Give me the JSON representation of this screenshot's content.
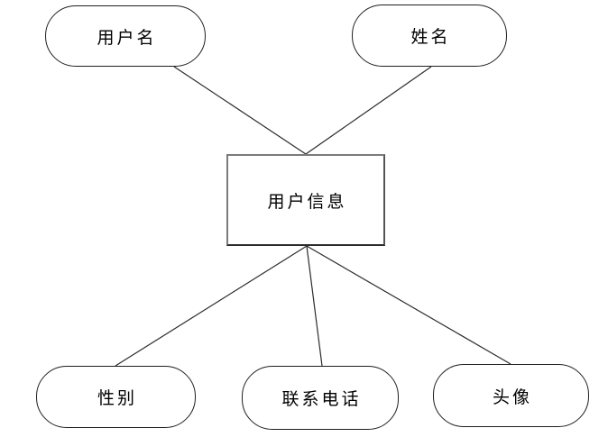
{
  "diagram": {
    "kind": "er-attribute-diagram",
    "entity": {
      "id": "user_info",
      "label": "用户信息",
      "shape": "rectangle"
    },
    "attributes": [
      {
        "id": "username",
        "label": "用户名",
        "shape": "rounded",
        "position": "top-left"
      },
      {
        "id": "name",
        "label": "姓名",
        "shape": "rounded",
        "position": "top-right"
      },
      {
        "id": "gender",
        "label": "性别",
        "shape": "rounded",
        "position": "bottom-left"
      },
      {
        "id": "phone",
        "label": "联系电话",
        "shape": "rounded",
        "position": "bottom-middle"
      },
      {
        "id": "avatar",
        "label": "头像",
        "shape": "rounded",
        "position": "bottom-right"
      }
    ],
    "edges": [
      {
        "from": "username",
        "to": "user_info"
      },
      {
        "from": "name",
        "to": "user_info"
      },
      {
        "from": "user_info",
        "to": "gender"
      },
      {
        "from": "user_info",
        "to": "phone"
      },
      {
        "from": "user_info",
        "to": "avatar"
      }
    ],
    "colors": {
      "background": "#ffffff",
      "node_fill": "#ffffff",
      "stadium_stroke": "#1f1f1f",
      "rect_stroke": "#7b7b7b",
      "line_stroke": "#2b2b2b",
      "text": "#000000"
    }
  }
}
